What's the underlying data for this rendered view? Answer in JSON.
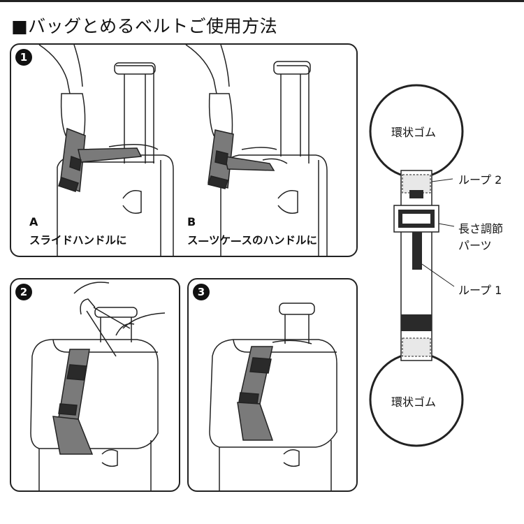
{
  "title": "■バッグとめるベルトご使用方法",
  "step1": {
    "badge": "1",
    "option_a": {
      "letter": "A",
      "text": "スライドハンドルに"
    },
    "option_b": {
      "letter": "B",
      "text": "ス—ツケ—スのハンドルに"
    }
  },
  "step2": {
    "badge": "2"
  },
  "step3": {
    "badge": "3"
  },
  "strap_diagram": {
    "top_ring_label": "環状ゴム",
    "bottom_ring_label": "環状ゴム",
    "loop2_label": "ループ 2",
    "adjuster_label_line1": "長さ調節",
    "adjuster_label_line2": "パーツ",
    "loop1_label": "ループ 1"
  },
  "colors": {
    "line": "#222222",
    "strap": "#7a7a7a",
    "strap_dark": "#2a2a2a"
  }
}
